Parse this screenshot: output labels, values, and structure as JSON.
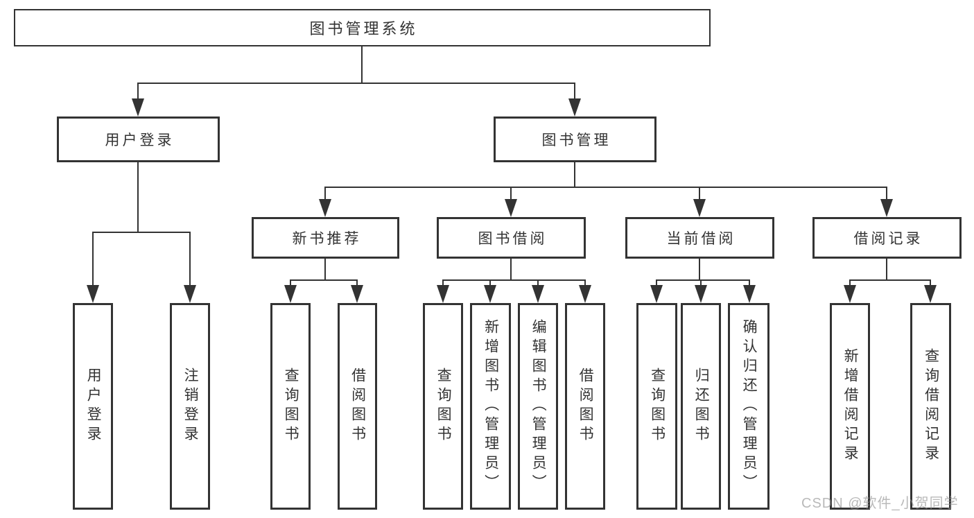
{
  "diagram": {
    "root": "图书管理系统",
    "level2": [
      "用户登录",
      "图书管理"
    ],
    "level3": [
      "新书推荐",
      "图书借阅",
      "当前借阅",
      "借阅记录"
    ],
    "leaves": [
      [
        "用户登录",
        "注销登录"
      ],
      [
        "查询图书",
        "借阅图书"
      ],
      [
        "查询图书",
        "新增图书（管理员）",
        "编辑图书（管理员）",
        "借阅图书"
      ],
      [
        "查询图书",
        "归还图书",
        "确认归还（管理员）"
      ],
      [
        "新增借阅记录",
        "查询借阅记录"
      ]
    ]
  },
  "watermark": "CSDN @软件_小贺同学",
  "colors": {
    "line": "#333333",
    "text": "#333333",
    "background": "#ffffff",
    "watermark": "#8f8f8f"
  }
}
